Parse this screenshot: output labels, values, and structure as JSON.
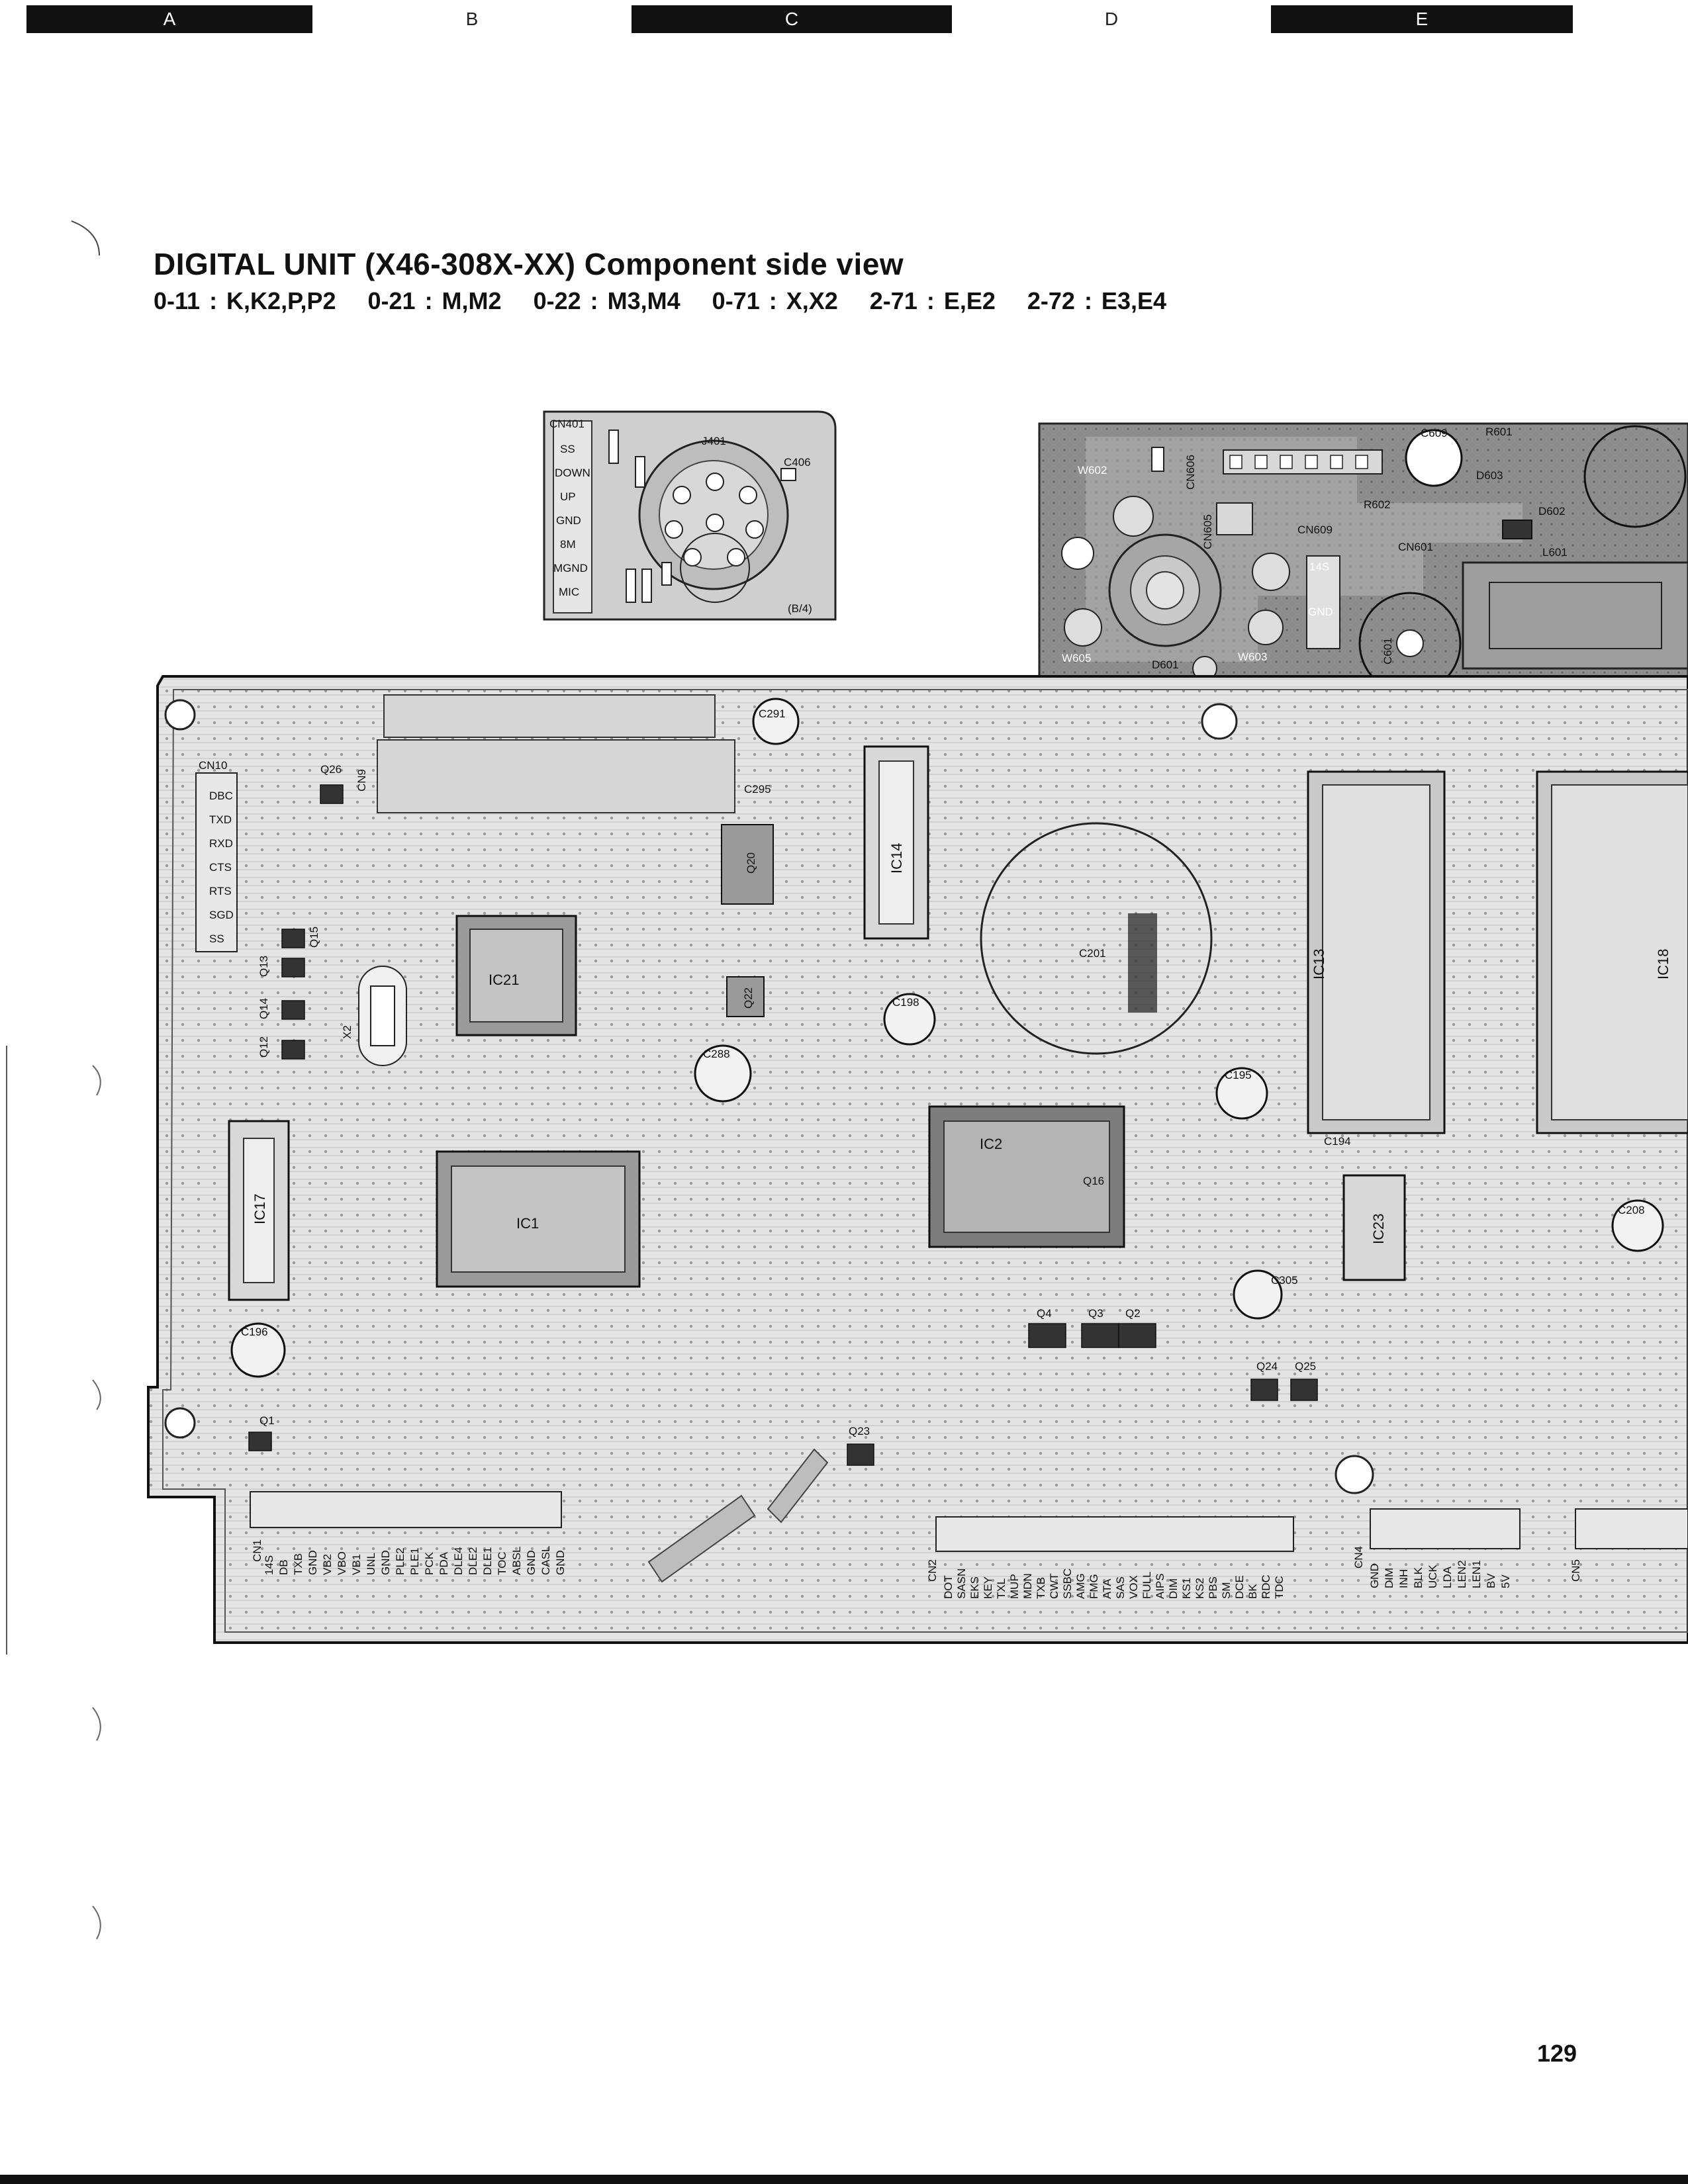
{
  "grid": [
    "A",
    "B",
    "C",
    "D",
    "E"
  ],
  "title": "DIGITAL UNIT (X46-308X-XX)  Component side view",
  "variants": [
    "0-11 : K,K2,P,P2",
    "0-21 : M,M2",
    "0-22 : M3,M4",
    "0-71 : X,X2",
    "2-71 : E,E2",
    "2-72 : E3,E4"
  ],
  "mic_board": {
    "connector": "CN401",
    "pins": [
      "SS",
      "DOWN",
      "UP",
      "GND",
      "8M",
      "MGND",
      "MIC"
    ],
    "jack": "J401",
    "cap": "C406",
    "code": "(B/4)"
  },
  "power_board": {
    "labels": [
      "W602",
      "CN606",
      "C609",
      "R601",
      "D603",
      "R602",
      "D602",
      "L601",
      "CN605",
      "CN609",
      "CN601",
      "C601",
      "W605",
      "D601",
      "W603",
      "14S",
      "GND"
    ]
  },
  "main_board": {
    "ics": [
      "IC21",
      "IC1",
      "IC17",
      "IC14",
      "IC2",
      "IC13",
      "IC23",
      "IC18"
    ],
    "connectors": [
      "CN10",
      "CN9",
      "CN1",
      "CN2",
      "CN4",
      "CN5"
    ],
    "transistors": [
      "Q26",
      "Q15",
      "Q13",
      "Q14",
      "Q12",
      "Q20",
      "Q22",
      "Q1",
      "Q23",
      "Q4",
      "Q3",
      "Q2",
      "Q24",
      "Q25",
      "Q16"
    ],
    "caps": [
      "C291",
      "C295",
      "C288",
      "C198",
      "C195",
      "C196",
      "C208",
      "C305",
      "C201",
      "C194"
    ],
    "crystal": "X2",
    "cn10_pins": [
      "DBC",
      "TXD",
      "RXD",
      "CTS",
      "RTS",
      "SGD",
      "SS"
    ],
    "cn1_pins": [
      "14S",
      "DB",
      "TXB",
      "GND",
      "VB2",
      "VBO",
      "VB1",
      "UNL",
      "GND",
      "PLE2",
      "PLE1",
      "PCK",
      "PDA",
      "DLE4",
      "DLE2",
      "DLE1",
      "TOC",
      "ABSL",
      "GND",
      "CASL",
      "GND"
    ],
    "cn2_pins": [
      "DOT",
      "SASN",
      "EKS",
      "KEY",
      "TXL",
      "MUP",
      "MDN",
      "TXB",
      "CWT",
      "SSBC",
      "AMG",
      "FMG",
      "ATA",
      "SAS",
      "VOX",
      "FULL",
      "AIPS",
      "DIM",
      "KS1",
      "KS2",
      "PBS",
      "SM",
      "DCE",
      "BK",
      "RDC",
      "TDC"
    ],
    "cn4_pins": [
      "GND",
      "DIM",
      "INH",
      "BLK",
      "UCK",
      "LDA",
      "LEN2",
      "LEN1",
      "BV",
      "5V"
    ]
  },
  "page_number": "129"
}
